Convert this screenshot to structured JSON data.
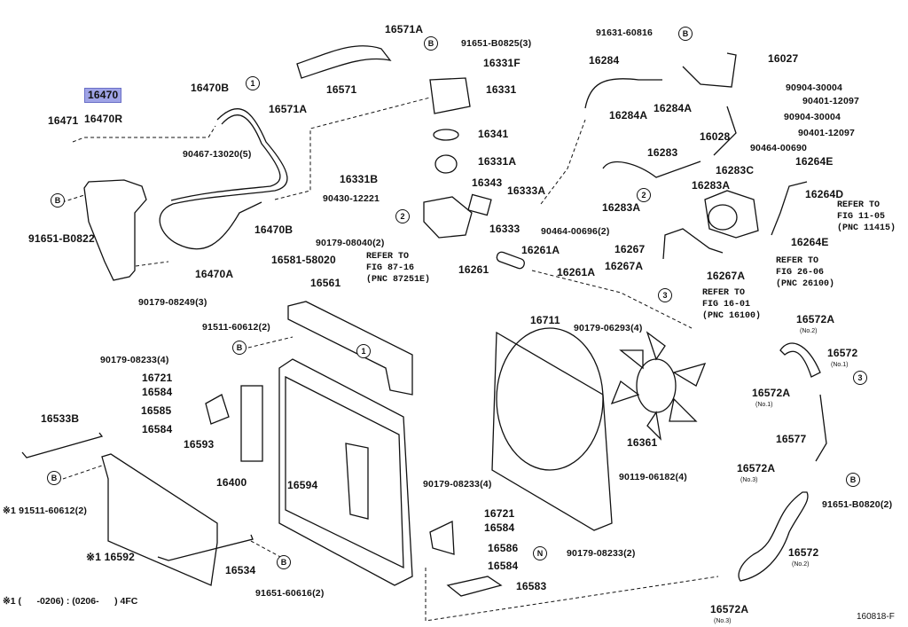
{
  "diagram_code": "160818-F",
  "footnote": "※1 (      -0206) : (0206-      ) 4FC",
  "highlight_color": "#9fa3e6",
  "selected_part": "16470",
  "callouts": [
    {
      "text": "16571A"
    },
    {
      "text": "16571"
    },
    {
      "text": "16571A"
    },
    {
      "text": "16470"
    },
    {
      "text": "16471"
    },
    {
      "text": "16470R"
    },
    {
      "text": "16470B"
    },
    {
      "text": "90467-13020(5)"
    },
    {
      "text": "91651-B0822"
    },
    {
      "text": "16470B"
    },
    {
      "text": "16581-58020"
    },
    {
      "text": "16470A"
    },
    {
      "text": "90179-08249(3)"
    },
    {
      "text": "16331B"
    },
    {
      "text": "90430-12221"
    },
    {
      "text": "90179-08040(2)"
    },
    {
      "text": "16561"
    },
    {
      "text": "91651-B0825(3)"
    },
    {
      "text": "91631-60816"
    },
    {
      "text": "16331F"
    },
    {
      "text": "16331"
    },
    {
      "text": "16284"
    },
    {
      "text": "16027"
    },
    {
      "text": "90904-30004"
    },
    {
      "text": "16284A"
    },
    {
      "text": "16284A"
    },
    {
      "text": "90401-12097"
    },
    {
      "text": "16341"
    },
    {
      "text": "90904-30004"
    },
    {
      "text": "90401-12097"
    },
    {
      "text": "16028"
    },
    {
      "text": "90464-00690"
    },
    {
      "text": "16283"
    },
    {
      "text": "16331A"
    },
    {
      "text": "16264E"
    },
    {
      "text": "16283C"
    },
    {
      "text": "16343"
    },
    {
      "text": "16333A"
    },
    {
      "text": "16283A"
    },
    {
      "text": "16264D"
    },
    {
      "text": "16283A"
    },
    {
      "text": "16333"
    },
    {
      "text": "90464-00696(2)"
    },
    {
      "text": "16267"
    },
    {
      "text": "16264E"
    },
    {
      "text": "16261A"
    },
    {
      "text": "16261"
    },
    {
      "text": "16267A"
    },
    {
      "text": "16261A"
    },
    {
      "text": "16267A"
    },
    {
      "text": "91511-60612(2)"
    },
    {
      "text": "90179-08233(4)"
    },
    {
      "text": "16721"
    },
    {
      "text": "16584"
    },
    {
      "text": "16585"
    },
    {
      "text": "16584"
    },
    {
      "text": "16533B"
    },
    {
      "text": "16593"
    },
    {
      "text": "16400"
    },
    {
      "text": "16594"
    },
    {
      "text": "※1 91511-60612(2)"
    },
    {
      "text": "※1 16592"
    },
    {
      "text": "16534"
    },
    {
      "text": "91651-60616(2)"
    },
    {
      "text": "16711"
    },
    {
      "text": "90179-06293(4)"
    },
    {
      "text": "16572A",
      "sub": "(No.2)"
    },
    {
      "text": "16572",
      "sub": "(No.1)"
    },
    {
      "text": "16572A",
      "sub": "(No.1)"
    },
    {
      "text": "16361"
    },
    {
      "text": "16577"
    },
    {
      "text": "16572A",
      "sub": "(No.3)"
    },
    {
      "text": "90179-08233(4)"
    },
    {
      "text": "90119-06182(4)"
    },
    {
      "text": "91651-B0820(2)"
    },
    {
      "text": "16721"
    },
    {
      "text": "16584"
    },
    {
      "text": "16586"
    },
    {
      "text": "90179-08233(2)"
    },
    {
      "text": "16584"
    },
    {
      "text": "16583"
    },
    {
      "text": "16572",
      "sub": "(No.2)"
    },
    {
      "text": "16572A",
      "sub": "(No.3)"
    }
  ],
  "references": [
    {
      "lines": [
        "REFER TO",
        "FIG 87-16",
        "(PNC 87251E)"
      ]
    },
    {
      "lines": [
        "REFER TO",
        "FIG 11-05",
        "(PNC 11415)"
      ]
    },
    {
      "lines": [
        "REFER TO",
        "FIG 26-06",
        "(PNC 26100)"
      ]
    },
    {
      "lines": [
        "REFER TO",
        "FIG 16-01",
        "(PNC 16100)"
      ]
    }
  ],
  "markers": [
    "1",
    "B",
    "B",
    "2",
    "B",
    "2",
    "3",
    "B",
    "1",
    "B",
    "B",
    "3",
    "B",
    "N"
  ]
}
